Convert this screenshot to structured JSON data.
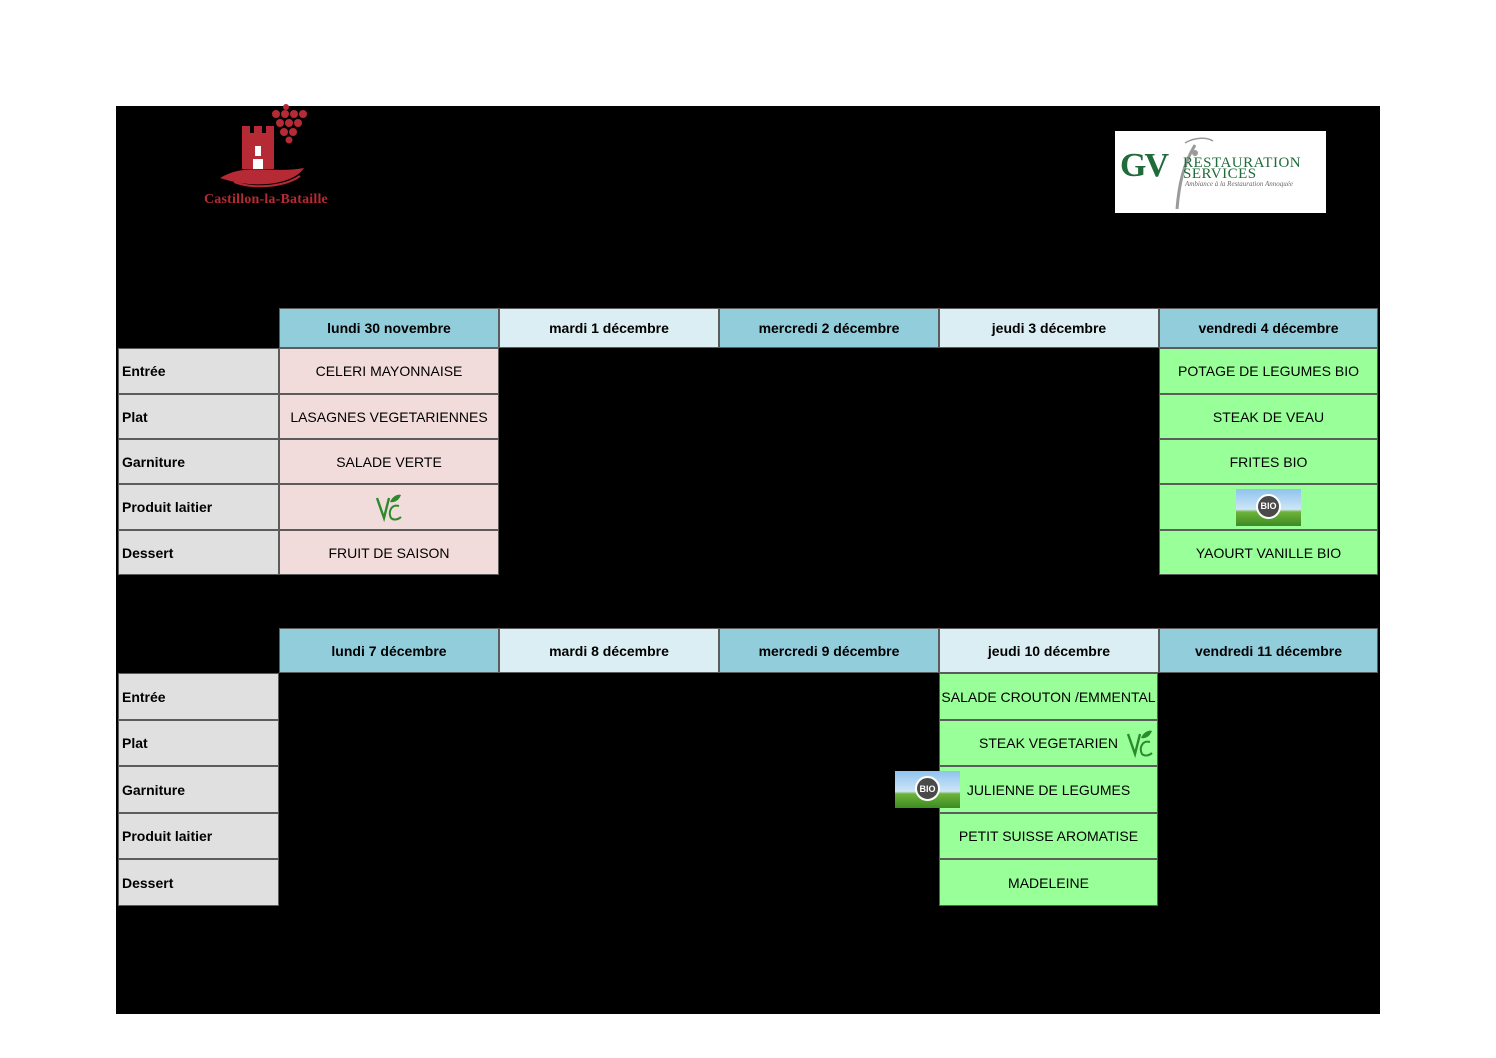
{
  "header": {
    "town_name": "Castillon-la-Bataille",
    "caterer": {
      "letters": "GV",
      "line1": "RESTAURATION",
      "line2": "SERVICES",
      "tagline": "Ambiance à la Restauration Annoquée"
    }
  },
  "row_labels": [
    "Entrée",
    "Plat",
    "Garniture",
    "Produit laitier",
    "Dessert"
  ],
  "weeks": [
    {
      "days": [
        "lundi 30 novembre",
        "mardi 1 décembre",
        "mercredi 2 décembre",
        "jeudi 3 décembre",
        "vendredi 4 décembre"
      ],
      "monday": [
        "CELERI MAYONNAISE",
        "LASAGNES VEGETARIENNES",
        "SALADE VERTE",
        "",
        "FRUIT DE SAISON"
      ],
      "friday": [
        "POTAGE DE LEGUMES BIO",
        "STEAK DE VEAU",
        "FRITES BIO",
        "",
        "YAOURT VANILLE BIO"
      ]
    },
    {
      "days": [
        "lundi 7 décembre",
        "mardi 8 décembre",
        "mercredi 9 décembre",
        "jeudi 10 décembre",
        "vendredi 11 décembre"
      ],
      "thursday": [
        "SALADE CROUTON /EMMENTAL",
        "STEAK VEGETARIEN",
        "JULIENNE DE LEGUMES",
        "PETIT SUISSE AROMATISE",
        "MADELEINE"
      ]
    }
  ],
  "badges": {
    "bio_text": "BIO"
  },
  "colors": {
    "header_dark": "#92cddc",
    "header_light": "#daeef3",
    "label_gray": "#e0e0e0",
    "monday_pink": "#f2dcdb",
    "menu_green": "#99ff99",
    "brand_red": "#b52a34",
    "brand_green": "#1f6b3a"
  }
}
